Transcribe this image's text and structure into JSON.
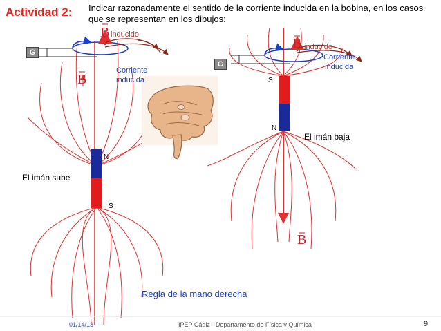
{
  "header": {
    "title": "Actividad 2:",
    "instructions": "Indicar razonadamente el sentido de la corriente inducida en la bobina, en los casos que se representan en los dibujos:"
  },
  "left_diagram": {
    "galvanometer": "G",
    "b_induced_symbol": "B",
    "b_induced_sub": "inducido",
    "current_label_1": "Corriente",
    "current_label_2": "inducida",
    "b_field_symbol": "B",
    "north_pole": "N",
    "south_pole": "S",
    "caption": "El imán sube"
  },
  "right_diagram": {
    "galvanometer": "G",
    "b_induced_symbol": "B",
    "b_induced_sub": "inducido",
    "current_label_1": "Corriente",
    "current_label_2": "inducida",
    "south_pole": "S",
    "north_pole": "N",
    "caption": "El imán baja",
    "b_field_symbol": "B"
  },
  "rule_text": "Regla de la mano derecha",
  "footer": {
    "date": "01/14/13",
    "credits": "IPEP Cádiz   - Departamento de Física y Química",
    "page": "9"
  },
  "colors": {
    "title": "#e8221a",
    "field_lines": "#e03030",
    "coil": "#1a3fc4",
    "magnet_north": "#1a2a9a",
    "magnet_south": "#e01c1c"
  }
}
